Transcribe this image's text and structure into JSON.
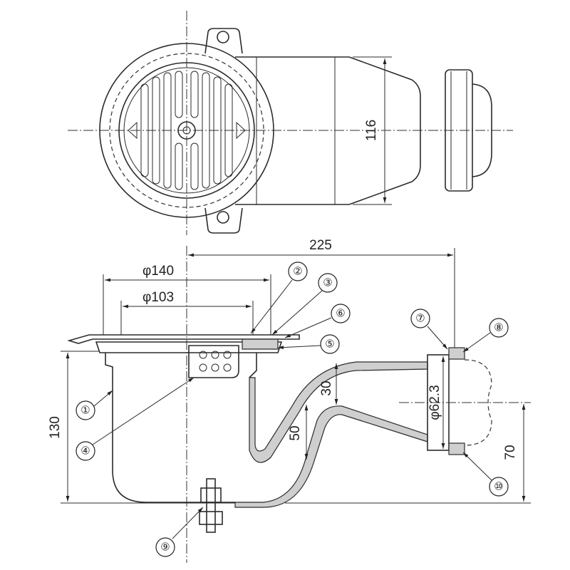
{
  "top_view": {
    "dim_height": "116"
  },
  "side_view": {
    "dim_length": "225",
    "dim_outer_diameter": "φ140",
    "dim_inner_diameter": "φ103",
    "dim_height": "130",
    "dim_trap_depth": "30",
    "dim_water_seal": "50",
    "dim_outlet_diameter": "φ62.3",
    "dim_outlet_height": "70"
  },
  "part_labels": [
    "①",
    "②",
    "③",
    "④",
    "⑤",
    "⑥",
    "⑦",
    "⑧",
    "⑨",
    "⑩"
  ]
}
